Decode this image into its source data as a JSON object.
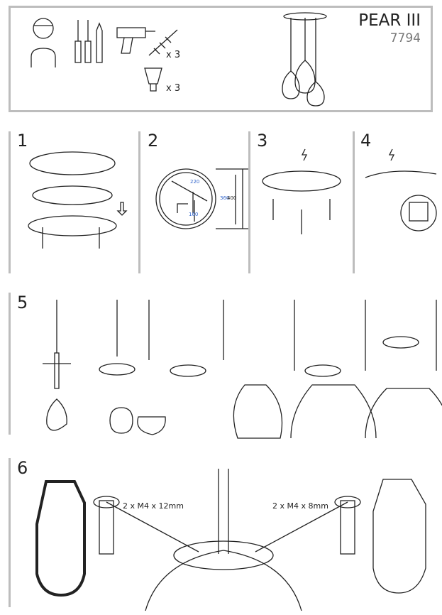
{
  "header": {
    "title": "PEAR III",
    "code": "7794",
    "qty_anchor": "x 3",
    "qty_bulb": "x 3"
  },
  "steps": [
    "1",
    "2",
    "3",
    "4",
    "5",
    "6"
  ],
  "step2": {
    "dims": [
      "220",
      "360",
      "400",
      "160"
    ]
  },
  "step6": {
    "screw_left": "2 x M4 x 12mm",
    "screw_right": "2 x M4 x 8mm"
  }
}
